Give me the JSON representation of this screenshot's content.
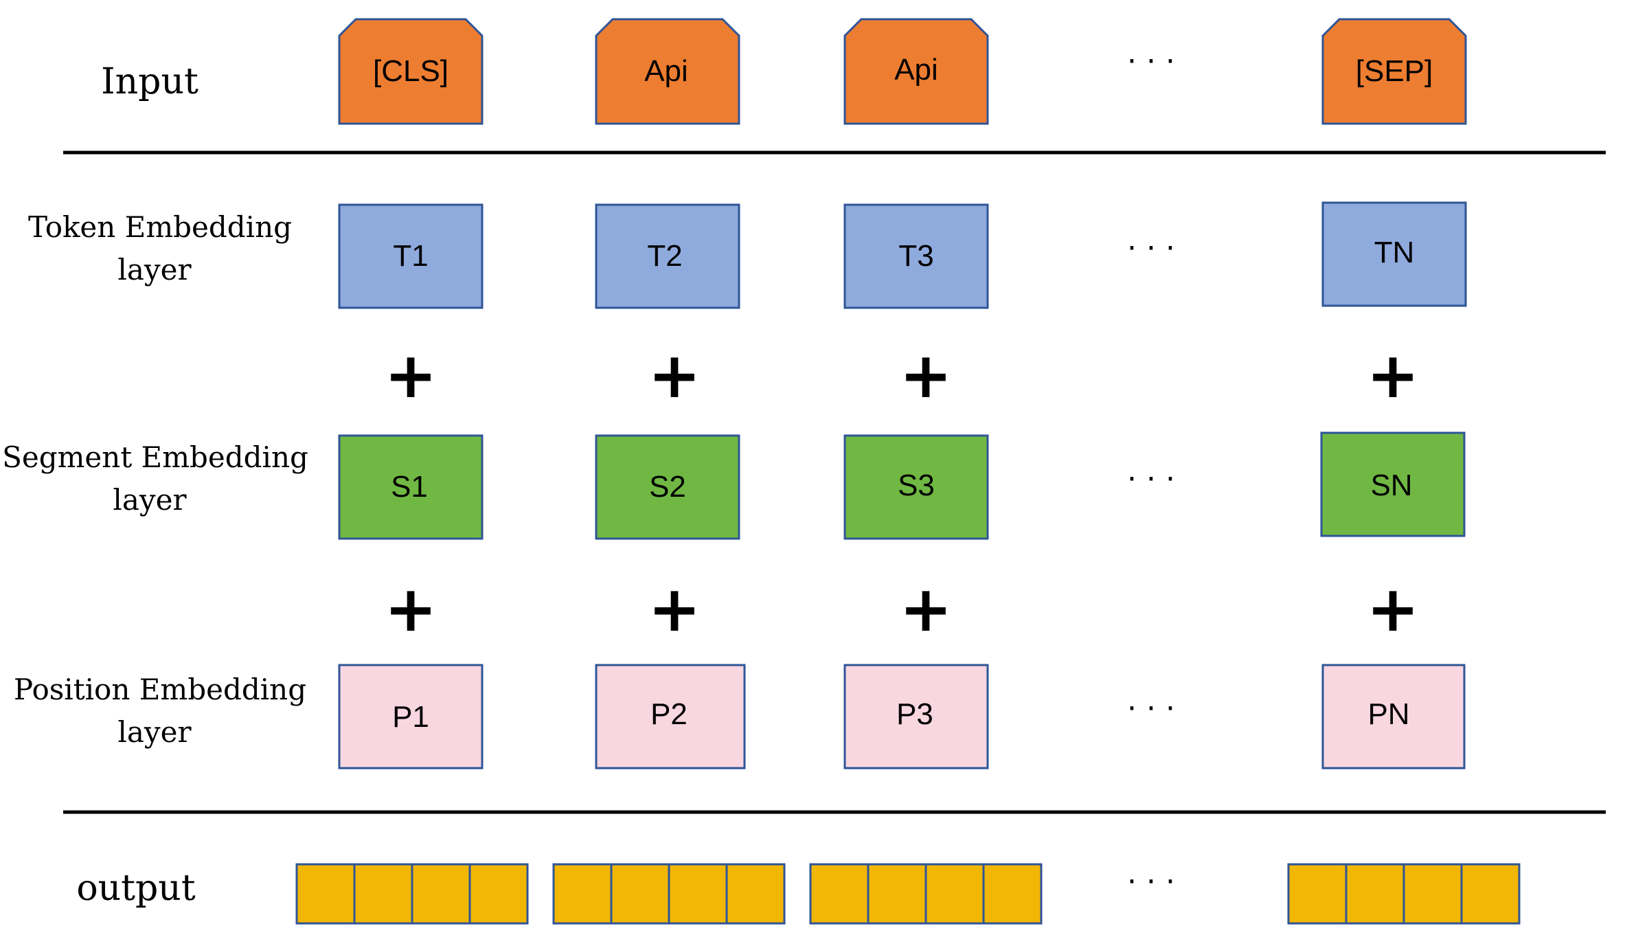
{
  "row_labels": {
    "input": "Input",
    "token": [
      "Token Embedding",
      "layer"
    ],
    "segment": [
      "Segment Embedding",
      "layer"
    ],
    "position": [
      "Position Embedding",
      "layer"
    ],
    "output": "output"
  },
  "input_tokens": [
    "[CLS]",
    "Api",
    "Api",
    "[SEP]"
  ],
  "token_embeddings": [
    "T1",
    "T2",
    "T3",
    "TN"
  ],
  "segment_embeddings": [
    "S1",
    "S2",
    "S3",
    "SN"
  ],
  "position_embeddings": [
    "P1",
    "P2",
    "P3",
    "PN"
  ],
  "plus_symbol": "+",
  "ellipsis": "· · ·",
  "output_cells_per_vector": 4,
  "colors": {
    "input_fill": "#ED7D31",
    "token_fill": "#8FAADC",
    "segment_fill": "#70B843",
    "position_fill": "#F8D7E0",
    "output_fill": "#F2B705",
    "border": "#2F5597",
    "rule": "#000000"
  }
}
